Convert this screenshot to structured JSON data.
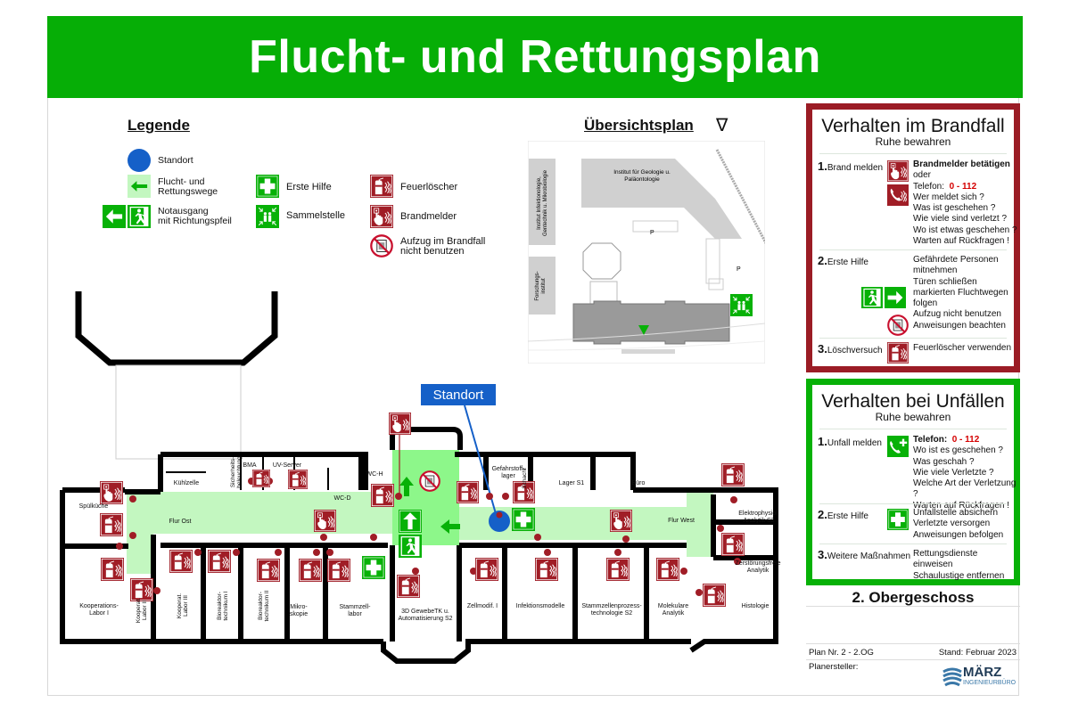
{
  "title": "Flucht- und Rettungsplan",
  "legend": {
    "title": "Legende",
    "items": [
      {
        "icon": "standort-dot-icon",
        "label": "Standort"
      },
      {
        "icon": "escape-route-arrow-icon",
        "label_line1": "Flucht- und",
        "label_line2": "Rettungswege"
      },
      {
        "icon": "emergency-exit-arrow-icon",
        "label_line1": "Notausgang",
        "label_line2": "mit Richtungspfeil"
      },
      {
        "icon": "first-aid-icon",
        "label": "Erste Hilfe"
      },
      {
        "icon": "assembly-point-icon",
        "label": "Sammelstelle"
      },
      {
        "icon": "fire-extinguisher-icon",
        "label": "Feuerlöscher"
      },
      {
        "icon": "fire-alarm-icon",
        "label": "Brandmelder"
      },
      {
        "icon": "no-elevator-icon",
        "label_line1": "Aufzug im Brandfall",
        "label_line2": "nicht benutzen"
      }
    ]
  },
  "overview": {
    "title": "Übersichtsplan",
    "north_symbol": "∇",
    "labels": {
      "geology": [
        "Institut für Geologie u.",
        "Paläontologie"
      ],
      "infection": [
        "Institut Infektionologie,",
        "Gentechnik u. Mikrobiologie"
      ],
      "research": [
        "Forschungs-",
        "institut"
      ],
      "parking": "P"
    }
  },
  "floorplan": {
    "standort_callout": "Standort",
    "rooms": {
      "spuelkueche": "Spülküche",
      "kuehlzelle": "Kühlzelle",
      "sicherheit": [
        "Sicherheits-",
        "beleuchtung"
      ],
      "bma": "BMA",
      "uv_server": "UV-Server",
      "wc_d": "WC-D",
      "wc_h": "WC-H",
      "flur_ost": "Flur Ost",
      "flur_west": "Flur West",
      "gefahrstoff": [
        "Gefahrstoff-",
        "lager"
      ],
      "schacht": "Schacht",
      "lager_s1": "Lager S1",
      "buero": "Büro",
      "elektrophys": [
        "Elektrophysiol.",
        "Analytik S2"
      ],
      "zerstoerung": [
        "Zerstörungsfreie",
        "Analytik"
      ],
      "histologie": "Histologie",
      "kooperation1": [
        "Kooperations-",
        "Labor I"
      ],
      "kooperat2": [
        "Kooperat.",
        "Labor II"
      ],
      "kooperat3": [
        "Kooperat.",
        "Labor III"
      ],
      "bioreaktor1": [
        "Bioreaktor-",
        "technikum I"
      ],
      "bioreaktor2": [
        "Bioreaktor-",
        "technikum II"
      ],
      "mikroskopie": [
        "Mikro-",
        "skopie"
      ],
      "stammzell": [
        "Stammzell-",
        "labor"
      ],
      "gewebe": [
        "3D GewebeTK u.",
        "Automatisierung S2"
      ],
      "zellmodif": "Zellmodif. I",
      "infektion": "Infektionsmodelle",
      "stammzellprozess": [
        "Stammzellenprozess-",
        "technologie S2"
      ],
      "molekular": [
        "Molekulare",
        "Analytik"
      ]
    }
  },
  "fire_panel": {
    "title": "Verhalten im Brandfall",
    "subtitle": "Ruhe bewahren",
    "steps": [
      {
        "num": "1.",
        "label": "Brand melden",
        "lines": [
          "Brandmelder betätigen",
          "oder",
          "Telefon:",
          "Wer meldet sich ?",
          "Was ist geschehen ?",
          "Wie viele sind verletzt ?",
          "Wo ist etwas geschehen ?",
          "Warten auf Rückfragen !"
        ],
        "phone": "0 - 112"
      },
      {
        "num": "2.",
        "label": "Erste Hilfe",
        "lines": [
          "Gefährdete Personen",
          "mitnehmen",
          "Türen schließen",
          "markierten Fluchtwegen",
          "folgen",
          "Aufzug nicht benutzen",
          "Anweisungen beachten"
        ]
      },
      {
        "num": "3.",
        "label": "Löschversuch",
        "lines": [
          "Feuerlöscher verwenden"
        ]
      }
    ]
  },
  "accident_panel": {
    "title": "Verhalten bei Unfällen",
    "subtitle": "Ruhe bewahren",
    "steps": [
      {
        "num": "1.",
        "label": "Unfall melden",
        "phone_label": "Telefon:",
        "phone": "0 - 112",
        "lines": [
          "Wo ist es geschehen ?",
          "Was geschah ?",
          "Wie viele Verletzte ?",
          "Welche Art der Verletzung ?",
          "Warten auf Rückfragen !"
        ]
      },
      {
        "num": "2.",
        "label": "Erste Hilfe",
        "lines": [
          "Unfallstelle absichern",
          "Verletzte versorgen",
          "Anweisungen befolgen"
        ]
      },
      {
        "num": "3.",
        "label": "Weitere Maßnahmen",
        "lines": [
          "Rettungsdienste einweisen",
          "Schaulustige entfernen"
        ]
      }
    ]
  },
  "info": {
    "floor": "2. Obergeschoss",
    "plan_nr": "Plan Nr. 2 - 2.OG",
    "stand": "Stand: Februar 2023",
    "planersteller": "Planersteller:",
    "logo_name": "MÄRZ",
    "logo_sub": "INGENIEURBÜRO"
  },
  "colors": {
    "safety_green": "#07b107",
    "fire_red": "#a01d26",
    "route_green": "#c3f7c0",
    "standort_blue": "#1560c8",
    "phone_red": "#d40000"
  }
}
